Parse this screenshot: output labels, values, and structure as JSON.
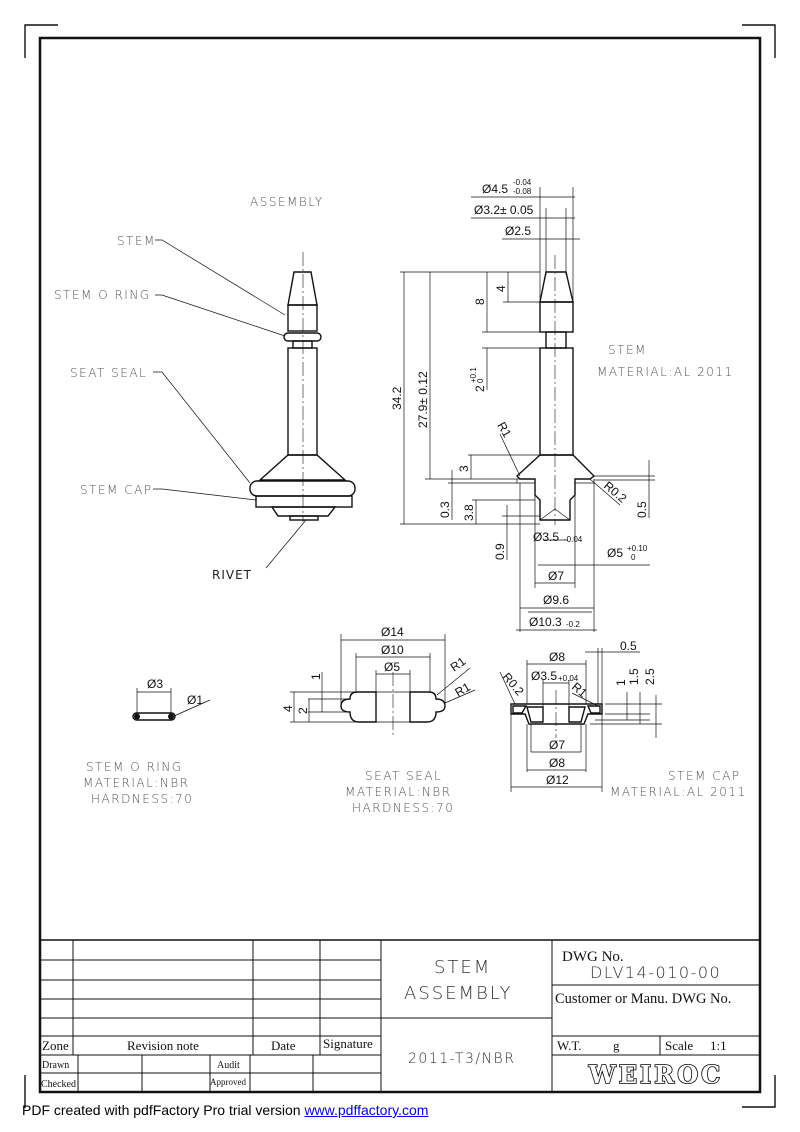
{
  "assembly": {
    "title": "ASSEMBLY",
    "labels": {
      "stem": "STEM",
      "stem_o_ring": "STEM O RING",
      "seat_seal": "SEAT SEAL",
      "stem_cap": "STEM CAP",
      "rivet": "RIVET"
    }
  },
  "stem_detail": {
    "name": "STEM",
    "material": "MATERIAL:AL 2011",
    "dims": {
      "d45": "Ø4.5",
      "d45_tol_up": "-0.04",
      "d45_tol_low": "-0.08",
      "d32": "Ø3.2± 0.05",
      "d25": "Ø2.5",
      "len342": "34.2",
      "len279": "27.9± 0.12",
      "len8": "8",
      "len4": "4",
      "len2": "2",
      "len2_tol_up": "+0.1",
      "len2_tol_low": "0",
      "r1": "R1",
      "len3": "3",
      "len03": "0.3",
      "len38": "3.8",
      "len09": "0.9",
      "r02": "R0.2",
      "len05": "0.5",
      "d35": "Ø3.5",
      "d35_tol": "-0.04",
      "d5": "Ø5",
      "d5_tol_up": "+0.10",
      "d5_tol_low": "0",
      "d7": "Ø7",
      "d96": "Ø9.6",
      "d103": "Ø10.3",
      "d103_tol": "-0.2"
    }
  },
  "o_ring_detail": {
    "name": "STEM O RING",
    "material": "MATERIAL:NBR",
    "hardness": "HARDNESS:70",
    "dims": {
      "d3": "Ø3",
      "d1": "Ø1"
    }
  },
  "seat_seal_detail": {
    "name": "SEAT SEAL",
    "material": "MATERIAL:NBR",
    "hardness": "HARDNESS:70",
    "dims": {
      "d14": "Ø14",
      "d10": "Ø10",
      "d5": "Ø5",
      "r1a": "R1",
      "r1b": "R1",
      "h4": "4",
      "h2": "2",
      "h1": "1"
    }
  },
  "stem_cap_detail": {
    "name": "STEM CAP",
    "material": "MATERIAL:AL 2011",
    "dims": {
      "d8top": "Ø8",
      "d35": "Ø3.5",
      "d35_tol": "+0.04",
      "r02": "R0.2",
      "r1": "R1",
      "w05": "0.5",
      "h1": "1",
      "h15": "1.5",
      "h25": "2.5",
      "d7": "Ø7",
      "d8bot": "Ø8",
      "d12": "Ø12"
    }
  },
  "title_block": {
    "zone": "Zone",
    "revision_note": "Revision note",
    "date": "Date",
    "signature": "Signature",
    "drawn": "Drawn",
    "checked": "Checked",
    "audit": "Audit",
    "approved": "Approved",
    "title_line1": "STEM",
    "title_line2": "ASSEMBLY",
    "material": "2011-T3/NBR",
    "dwg_no_label": "DWG No.",
    "dwg_no": "DLV14-010-00",
    "customer_dwg_label": "Customer or Manu. DWG No.",
    "wt_label": "W.T.",
    "wt_unit": "g",
    "scale_label": "Scale",
    "scale": "1:1",
    "company": "WEIROC"
  },
  "footer": {
    "text": "PDF created with pdfFactory Pro trial version ",
    "link": "www.pdffactory.com"
  }
}
